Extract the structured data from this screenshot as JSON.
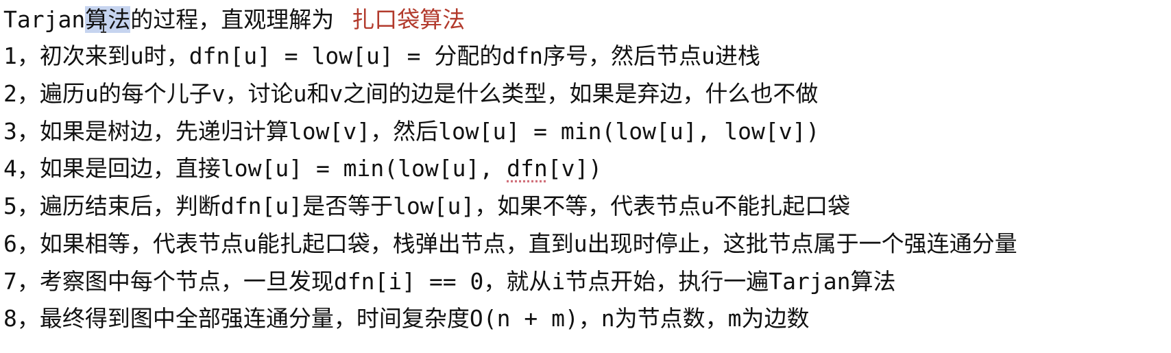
{
  "document": {
    "title": {
      "prefix": "Tarjan",
      "selected": "算法",
      "middle": "的过程，直观理解为",
      "highlight": "扎口袋算法"
    },
    "steps": [
      "1，初次来到u时，dfn[u] = low[u] = 分配的dfn序号，然后节点u进栈",
      "2，遍历u的每个儿子v，讨论u和v之间的边是什么类型，如果是弃边，什么也不做",
      "3，如果是树边，先递归计算low[v]，然后low[u] = min(low[u], low[v])",
      {
        "before": "4，如果是回边，直接low[u] = min(low[u], ",
        "underlined": "dfn",
        "after": "[v])"
      },
      "5，遍历结束后，判断dfn[u]是否等于low[u]，如果不等，代表节点u不能扎起口袋",
      "6，如果相等，代表节点u能扎起口袋，栈弹出节点，直到u出现时停止，这批节点属于一个强连通分量",
      "7，考察图中每个节点，一旦发现dfn[i] == 0，就从i节点开始，执行一遍Tarjan算法",
      "8，最终得到图中全部强连通分量，时间复杂度O(n + m)，n为节点数，m为边数"
    ]
  },
  "colors": {
    "text": "#111111",
    "highlight": "#b23a2c",
    "selection": "#c6d4ef",
    "background": "#ffffff"
  },
  "icons": {
    "cursor": "text-cursor-icon"
  }
}
